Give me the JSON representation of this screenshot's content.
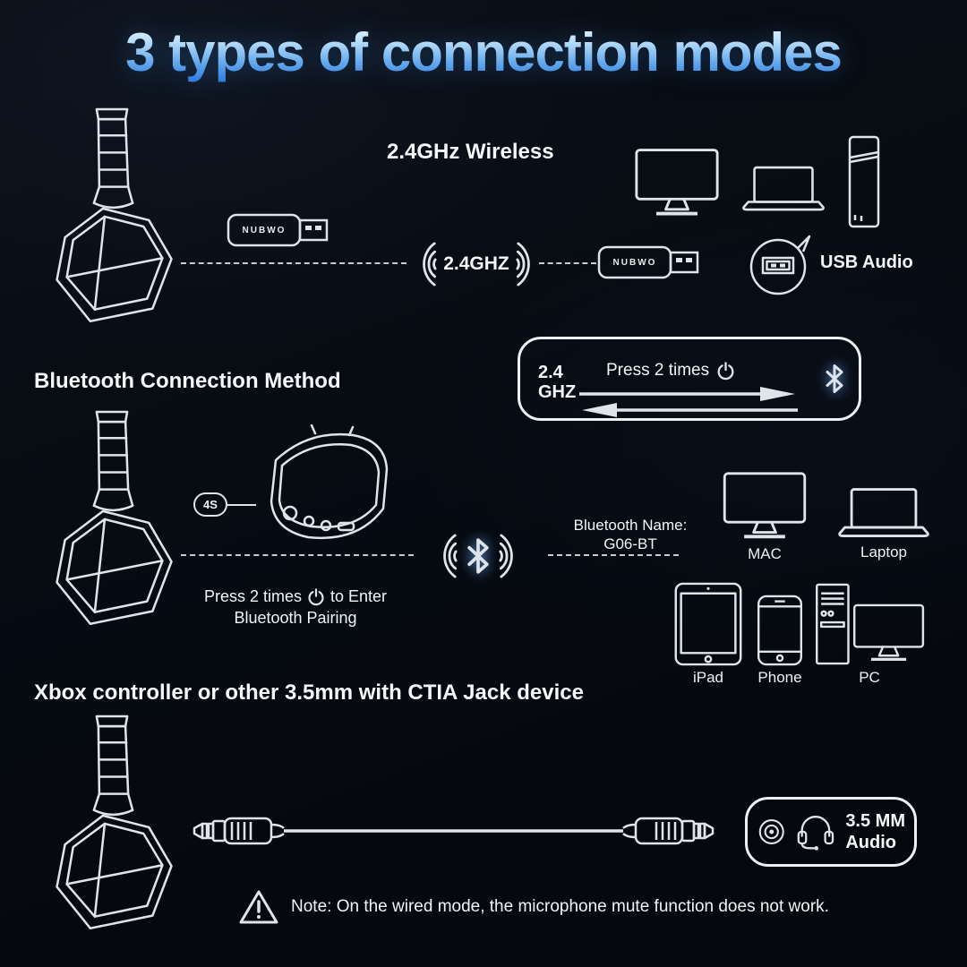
{
  "title": "3 types of connection modes",
  "wireless": {
    "heading": "2.4GHz Wireless",
    "dongle_brand": "NUBWO",
    "signal_label": "2.4GHZ",
    "usb_audio_label": "USB Audio"
  },
  "pairing_box": {
    "freq_top": "2.4",
    "freq_bottom": "GHZ",
    "press_label": "Press 2 times"
  },
  "bluetooth": {
    "heading": "Bluetooth Connection Method",
    "hold_label": "4S",
    "press_before": "Press 2 times",
    "press_after": "to Enter",
    "press_line2": "Bluetooth Pairing",
    "bt_name_label": "Bluetooth Name:",
    "bt_name_value": "G06-BT",
    "device_mac": "MAC",
    "device_laptop": "Laptop",
    "device_ipad": "iPad",
    "device_phone": "Phone",
    "device_pc": "PC"
  },
  "wired": {
    "heading": "Xbox controller or other 3.5mm with CTIA Jack device",
    "audio_line1": "3.5 MM",
    "audio_line2": "Audio",
    "note": "Note: On the wired mode, the microphone mute function does not work."
  },
  "colors": {
    "background": "#060a11",
    "line_art": "#dfe4ea",
    "title_gradient_top": "#f0f9ff",
    "title_gradient_bottom": "#2a77dd"
  }
}
